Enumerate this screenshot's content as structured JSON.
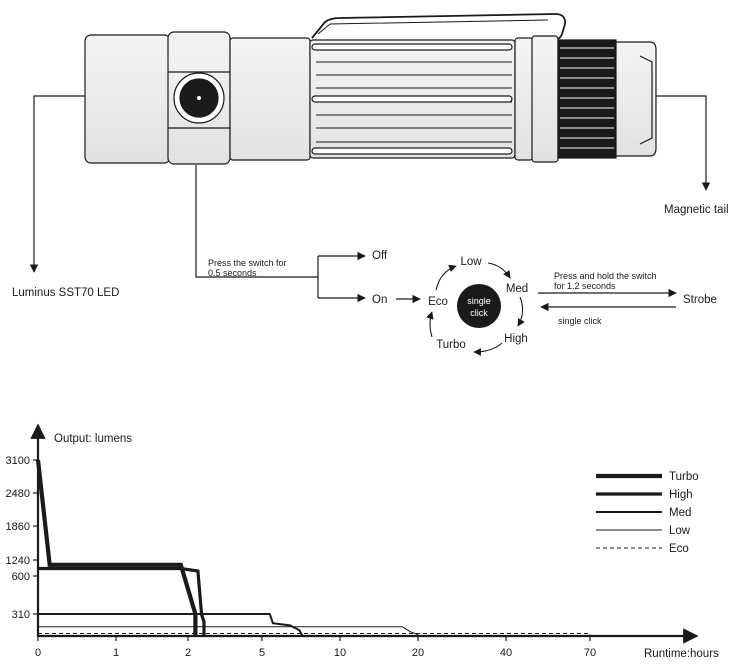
{
  "diagram": {
    "callouts": {
      "led": "Luminus SST70 LED",
      "tail": "Magnetic tail"
    },
    "ui_flow": {
      "press_note_line1": "Press the switch for",
      "press_note_line2": "0.5 seconds",
      "off": "Off",
      "on": "On",
      "modes": [
        "Eco",
        "Low",
        "Med",
        "High",
        "Turbo"
      ],
      "center_line1": "single",
      "center_line2": "click",
      "hold_note_line1": "Press and hold the switch",
      "hold_note_line2": "for 1.2 seconds",
      "strobe": "Strobe",
      "return_note": "single click"
    }
  },
  "chart_data": {
    "type": "line",
    "ylabel": "Output: lumens",
    "xlabel": "Runtime:hours",
    "y_ticks": [
      "310",
      "600",
      "1240",
      "1860",
      "2480",
      "3100"
    ],
    "x_ticks": [
      "0",
      "1",
      "2",
      "5",
      "10",
      "20",
      "40",
      "70"
    ],
    "x_axis_note": "piecewise (non-linear) hour scale",
    "legend_position": "right",
    "series": [
      {
        "name": "Turbo",
        "style": "heaviest solid",
        "points": [
          [
            0,
            3100
          ],
          [
            0.15,
            1050
          ],
          [
            1.9,
            1050
          ],
          [
            2.3,
            310
          ],
          [
            2.3,
            0
          ]
        ]
      },
      {
        "name": "High",
        "style": "heavy solid",
        "points": [
          [
            0,
            900
          ],
          [
            1.9,
            900
          ],
          [
            2.4,
            800
          ],
          [
            2.55,
            300
          ],
          [
            2.65,
            200
          ],
          [
            2.65,
            0
          ]
        ]
      },
      {
        "name": "Med",
        "style": "medium solid",
        "points": [
          [
            0,
            310
          ],
          [
            5.5,
            310
          ],
          [
            5.7,
            180
          ],
          [
            6.8,
            150
          ],
          [
            7.4,
            80
          ],
          [
            7.6,
            0
          ]
        ]
      },
      {
        "name": "Low",
        "style": "thin solid",
        "points": [
          [
            0,
            130
          ],
          [
            18,
            130
          ],
          [
            19,
            60
          ],
          [
            20,
            20
          ]
        ]
      },
      {
        "name": "Eco",
        "style": "dashed",
        "points": [
          [
            0,
            35
          ],
          [
            70,
            35
          ],
          [
            70,
            0
          ]
        ]
      }
    ]
  }
}
